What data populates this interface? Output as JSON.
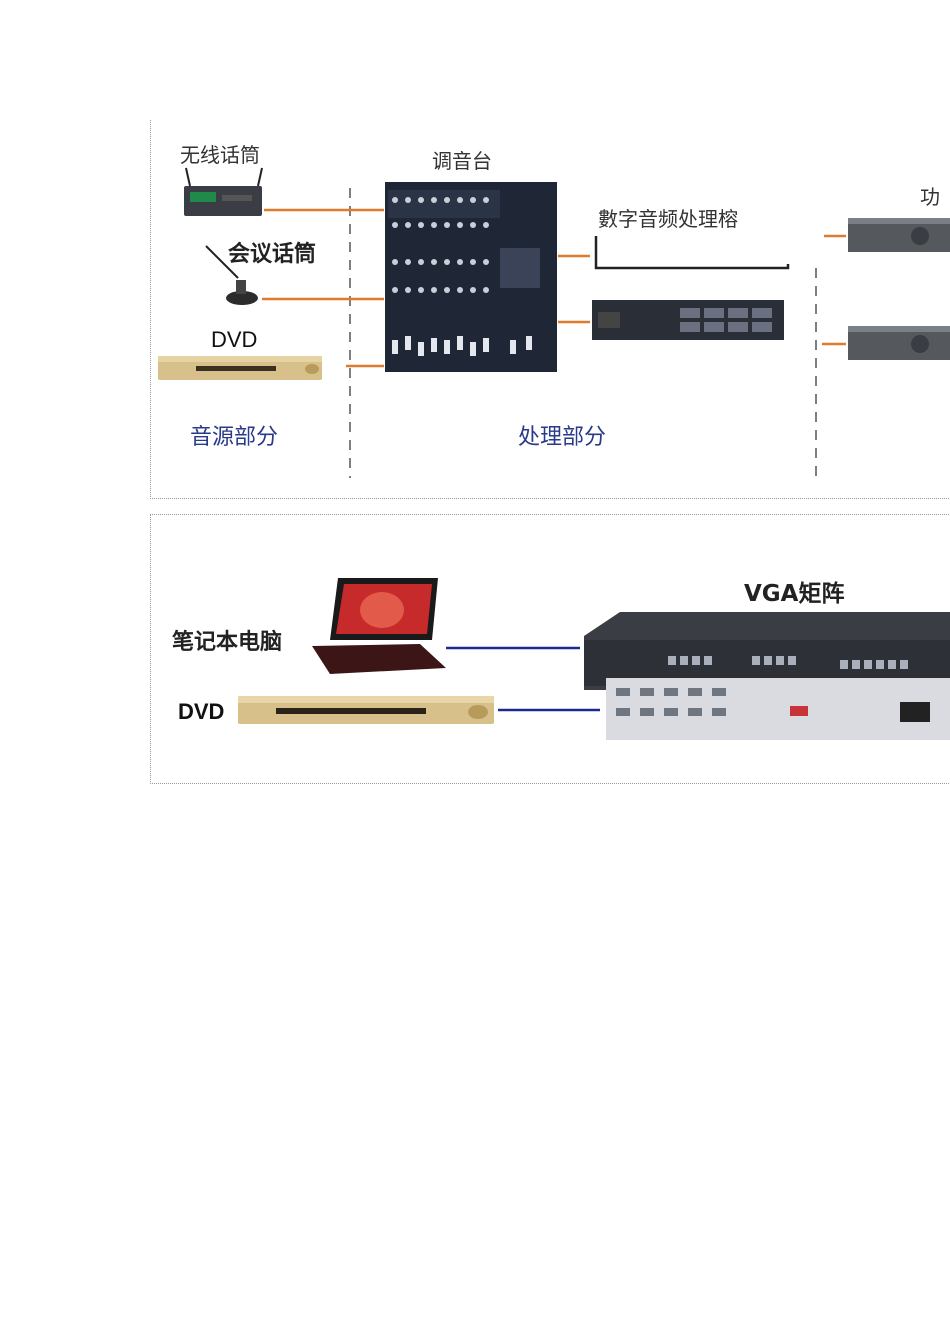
{
  "audio_diagram": {
    "labels": {
      "wireless_mic": "无线话筒",
      "mixer": "调音台",
      "dsp": "數字音频处理榕",
      "amplifier": "功",
      "conference_mic": "会议话筒",
      "dvd": "DVD",
      "source_section": "音源部分",
      "processing_section": "处理部分"
    }
  },
  "video_diagram": {
    "labels": {
      "laptop": "笔记本电脑",
      "dvd": "DVD",
      "vga_matrix": "VGA矩阵"
    }
  },
  "colors": {
    "audio_cable": "#e07a2e",
    "video_cable": "#1b2a8f",
    "section_label": "#2a3a8a",
    "device_dark": "#2b2f38",
    "dvd_gold": "#d8c08a"
  }
}
